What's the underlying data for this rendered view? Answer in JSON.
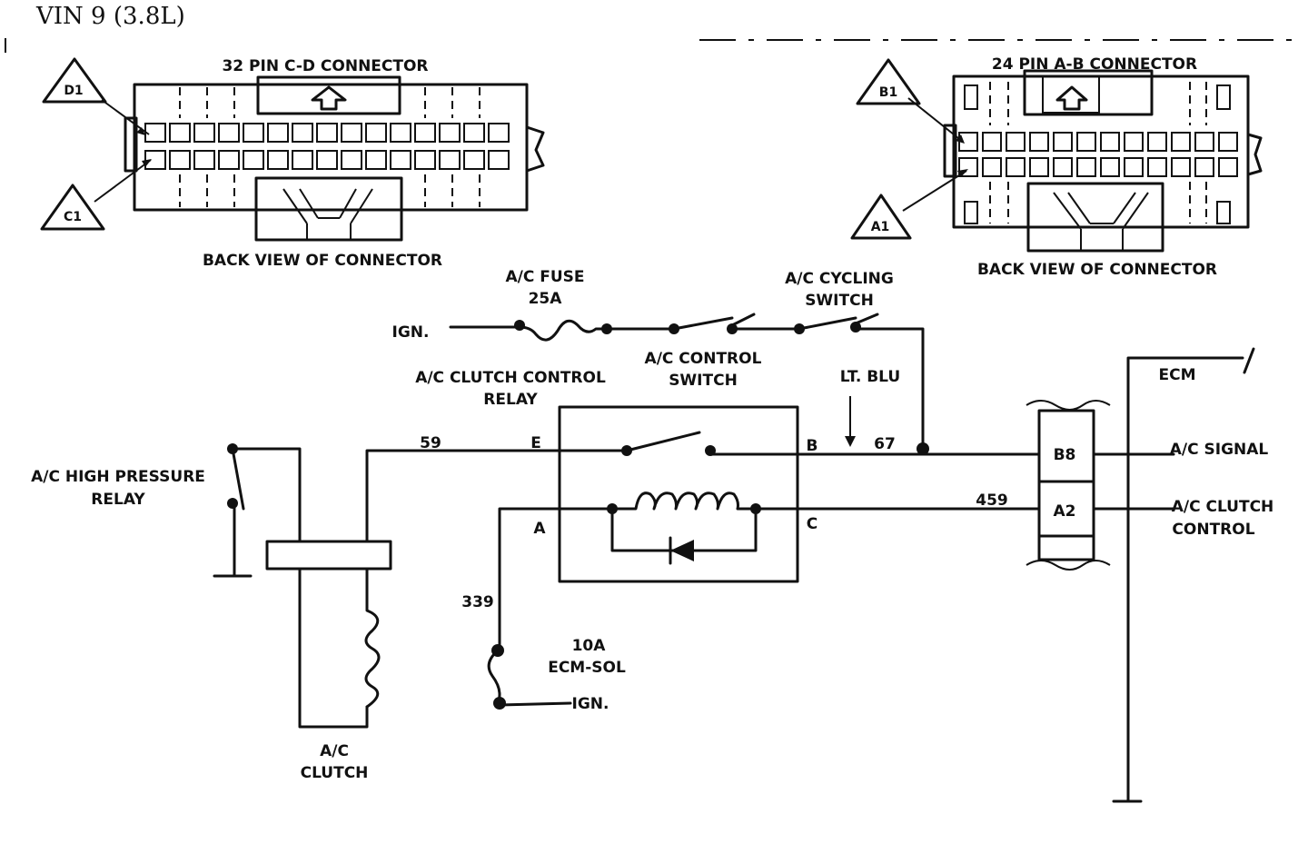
{
  "header": {
    "title": "VIN  9  (3.8L)"
  },
  "connectors": {
    "cd": {
      "title": "32 PIN C-D  CONNECTOR",
      "view_label": "BACK VIEW OF CONNECTOR",
      "pin_top_marker": "D1",
      "pin_bottom_marker": "C1"
    },
    "ab": {
      "title": "24 PIN A-B  CONNECTOR",
      "view_label": "BACK VIEW OF CONNECTOR",
      "pin_top_marker": "B1",
      "pin_bottom_marker": "A1"
    }
  },
  "circuit": {
    "ign_top": "IGN.",
    "fuse_label": "A/C FUSE",
    "fuse_rating": "25A",
    "control_switch_l1": "A/C CONTROL",
    "control_switch_l2": "SWITCH",
    "cycling_switch_l1": "A/C CYCLING",
    "cycling_switch_l2": "SWITCH",
    "relay_l1": "A/C CLUTCH CONTROL",
    "relay_l2": "RELAY",
    "wire_color": "LT. BLU",
    "wire_59": "59",
    "wire_67": "67",
    "wire_459": "459",
    "wire_339": "339",
    "term_e": "E",
    "term_b": "B",
    "term_a": "A",
    "term_c": "C",
    "hp_relay_l1": "A/C HIGH PRESSURE",
    "hp_relay_l2": "RELAY",
    "clutch_l1": "A/C",
    "clutch_l2": "CLUTCH",
    "ecm_fuse_rating": "10A",
    "ecm_fuse_label": "ECM-SOL",
    "ign_bottom": "IGN.",
    "ecm_label": "ECM",
    "ecm_pin_b8": "B8",
    "ecm_pin_a2": "A2",
    "signal_label": "A/C SIGNAL",
    "clutch_ctrl_l1": "A/C CLUTCH",
    "clutch_ctrl_l2": "CONTROL"
  }
}
